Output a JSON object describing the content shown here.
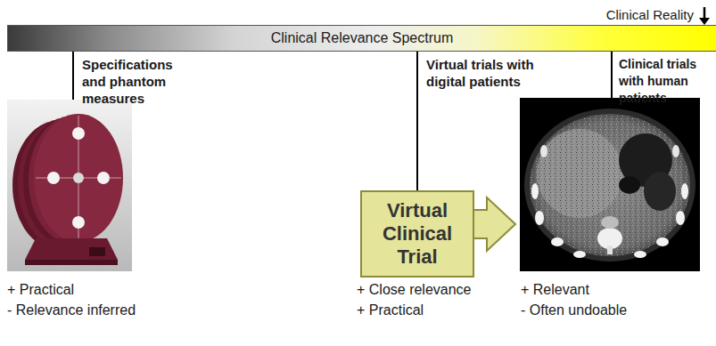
{
  "diagram": {
    "nodes": [
      {
        "text": [
          "Clinical Relevance Spectrum"
        ]
      },
      {
        "text": [
          "Virtual Clinical Trial"
        ]
      }
    ],
    "labels": [
      "Clinical Reality",
      "Specifications and phantom measures",
      "Virtual trials with digital patients",
      "Clinical trials with human patients",
      "+ Practical",
      "- Relevance inferred",
      "+ Close relevance",
      "+ Practical",
      "+ Relevant",
      "- Often undoable"
    ]
  }
}
